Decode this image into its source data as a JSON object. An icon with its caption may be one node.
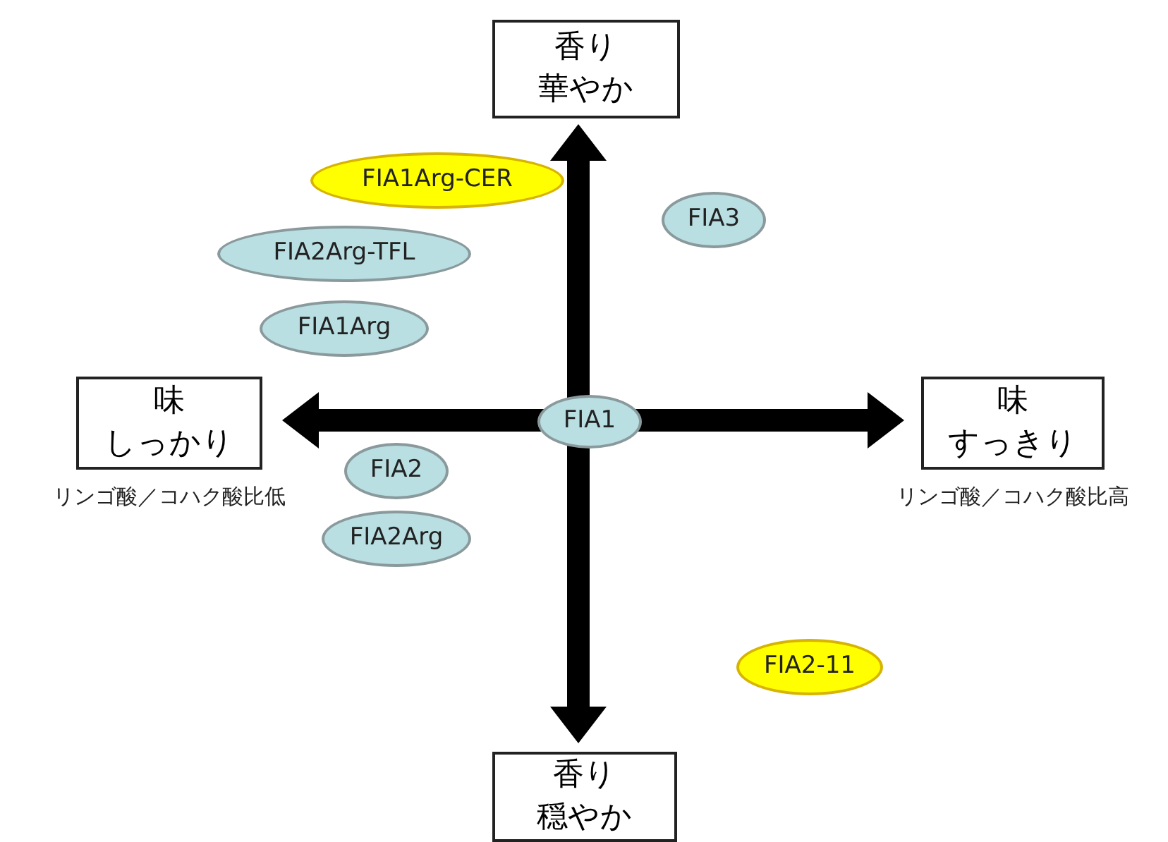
{
  "diagram": {
    "nodes": [
      {
        "text": [
          "香り",
          "華やか"
        ]
      },
      {
        "text": [
          "FIA1Arg-CER"
        ]
      },
      {
        "text": [
          "FIA3"
        ]
      },
      {
        "text": [
          "FIA2Arg-TFL"
        ]
      },
      {
        "text": [
          "FIA1Arg"
        ]
      },
      {
        "text": [
          "味",
          "しっかり"
        ],
        "beside": [
          "リンゴ酸／コハク酸比低"
        ]
      },
      {
        "text": [
          "FIA1"
        ]
      },
      {
        "text": [
          "味",
          "すっきり"
        ],
        "beside": [
          "リンゴ酸／コハク酸比高"
        ]
      },
      {
        "text": [
          "FIA2"
        ]
      },
      {
        "text": [
          "FIA2Arg"
        ]
      },
      {
        "text": [
          "FIA2-11"
        ]
      },
      {
        "text": [
          "香り",
          "穏やか"
        ]
      }
    ],
    "edges": [
      {
        "from": 5,
        "to": 7,
        "arrow": "both",
        "style": "thick"
      },
      {
        "from": 0,
        "to": 11,
        "arrow": "both",
        "style": "thick"
      }
    ]
  }
}
